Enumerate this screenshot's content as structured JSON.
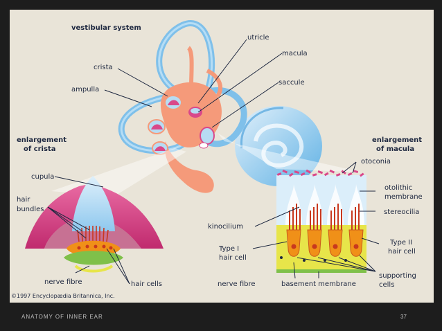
{
  "labels": {
    "vestibular_system": "vestibular system",
    "utricle": "utricle",
    "macula": "macula",
    "crista": "crista",
    "saccule": "saccule",
    "ampulla": "ampulla",
    "enlargement_of_crista_1": "enlargement",
    "enlargement_of_crista_2": "of crista",
    "enlargement_of_macula_1": "enlargement",
    "enlargement_of_macula_2": "of macula",
    "otoconia": "otoconia",
    "cupula": "cupula",
    "otolithic_membrane_1": "otolithic",
    "otolithic_membrane_2": "membrane",
    "hair_bundles_1": "hair",
    "hair_bundles_2": "bundles",
    "stereocilia": "stereocilia",
    "kinocilium": "kinocilium",
    "type1_hair_cell_1": "Type I",
    "type1_hair_cell_2": "hair cell",
    "type2_hair_cell_1": "Type II",
    "type2_hair_cell_2": "hair cell",
    "supporting_cells_1": "supporting",
    "supporting_cells_2": "cells",
    "nerve_fibre_left": "nerve fibre",
    "hair_cells": "hair cells",
    "nerve_fibre_right": "nerve fibre",
    "basement_membrane": "basement membrane",
    "copyright": "©1997 Encyclopædia Britannica, Inc."
  },
  "footer": {
    "title": "ANATOMY OF INNER EAR",
    "page_number": "37"
  },
  "colors": {
    "frame": "#1d1d1d",
    "slide_bg": "#e9e4d8",
    "canal_blue": "#7fc0ea",
    "vestibule_orange": "#f59a7a",
    "crista_pink": "#d9488a",
    "cupula_blue": "#b7dcf3",
    "hair_red": "#c8381e",
    "supporting_yellow": "#e7e54a",
    "hair_cell_orange": "#f09018"
  }
}
